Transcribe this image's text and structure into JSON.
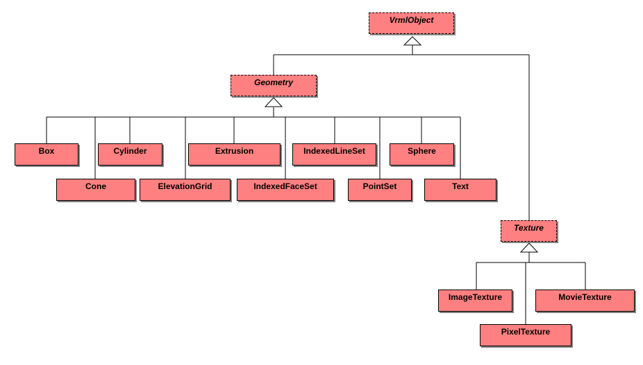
{
  "diagram": {
    "colors": {
      "box_fill": "#ff8080",
      "line": "#000000",
      "shadow": "#808080"
    },
    "root": {
      "label": "VrmlObject"
    },
    "geometry": {
      "label": "Geometry",
      "children": [
        "Box",
        "Cone",
        "Cylinder",
        "ElevationGrid",
        "Extrusion",
        "IndexedFaceSet",
        "IndexedLineSet",
        "PointSet",
        "Sphere",
        "Text"
      ]
    },
    "texture": {
      "label": "Texture",
      "children": [
        "ImageTexture",
        "PixelTexture",
        "MovieTexture"
      ]
    }
  }
}
